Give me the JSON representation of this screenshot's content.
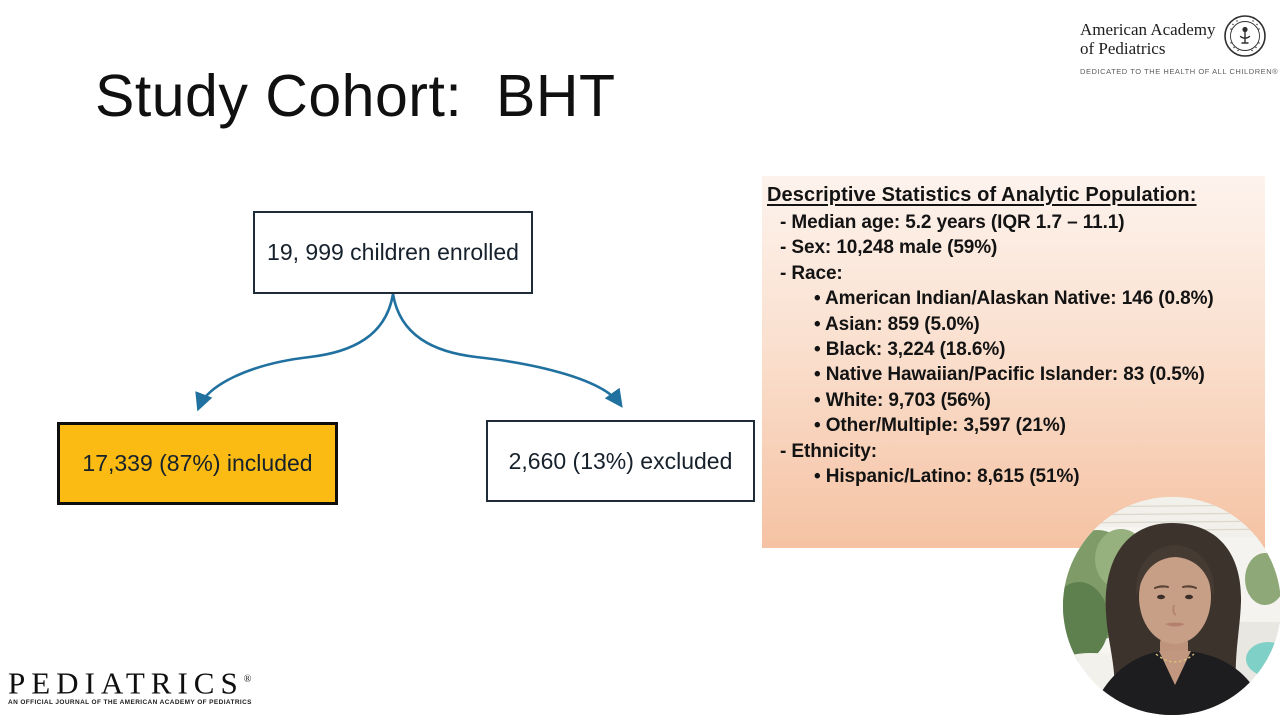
{
  "slide": {
    "title": "Study Cohort:  BHT",
    "background": "#FFFFFF"
  },
  "aap_logo": {
    "line1": "American Academy",
    "line2": "of Pediatrics",
    "tagline": "DEDICATED TO THE HEALTH OF ALL CHILDREN®"
  },
  "flowchart": {
    "enrolled_label": "19, 999 children enrolled",
    "included_label": "17,339 (87%) included",
    "excluded_label": "2,660 (13%) excluded",
    "included_fill": "#FBBB12",
    "box_border": "#1E2B38",
    "arrow_color": "#2171A0"
  },
  "stats_panel": {
    "heading": "Descriptive Statistics of Analytic Population:",
    "bg_top": "#FDF3ED",
    "bg_bottom": "#F5C2A3",
    "items": [
      {
        "indent": 1,
        "text": "- Median age: 5.2 years (IQR 1.7 – 11.1)"
      },
      {
        "indent": 1,
        "text": "- Sex: 10,248 male (59%)"
      },
      {
        "indent": 1,
        "text": "- Race:"
      },
      {
        "indent": 2,
        "text": "• American Indian/Alaskan Native: 146 (0.8%)"
      },
      {
        "indent": 2,
        "text": "• Asian: 859 (5.0%)"
      },
      {
        "indent": 2,
        "text": "• Black: 3,224 (18.6%)"
      },
      {
        "indent": 2,
        "text": "• Native Hawaiian/Pacific Islander: 83 (0.5%)"
      },
      {
        "indent": 2,
        "text": "• White: 9,703 (56%)"
      },
      {
        "indent": 2,
        "text": "• Other/Multiple: 3,597 (21%)"
      },
      {
        "indent": 1,
        "text": "- Ethnicity:"
      },
      {
        "indent": 2,
        "text": "• Hispanic/Latino: 8,615 (51%)"
      }
    ]
  },
  "pediatrics_logo": {
    "title": "PEDIATRICS",
    "registered": "®",
    "tagline": "AN OFFICIAL JOURNAL OF THE AMERICAN ACADEMY OF PEDIATRICS"
  }
}
